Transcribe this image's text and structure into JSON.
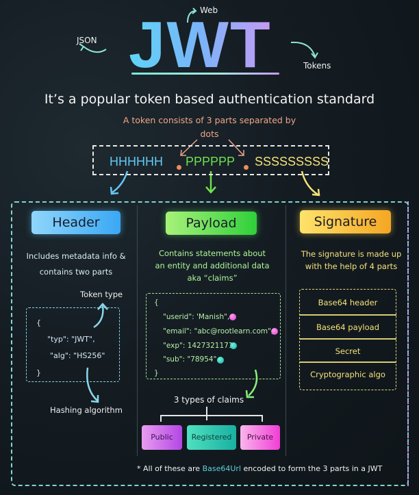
{
  "title": {
    "main": "JWT",
    "labels": {
      "left": "JSON",
      "top": "Web",
      "right": "Tokens"
    },
    "gradient": [
      "#5fd4f6",
      "#7ab4f8",
      "#c79af4"
    ]
  },
  "subtitle": "It’s a popular token based authentication standard",
  "token_info": {
    "line1": "A token consists of 3 parts separated by",
    "line2": "dots",
    "parts": {
      "header": "HHHHHH",
      "payload": "PPPPPP",
      "signature": "SSSSSSSSS"
    },
    "colors": {
      "header": "#63c9f4",
      "payload": "#6fe04f",
      "signature": "#f4e27a",
      "dot": "#f08a5d"
    }
  },
  "sections": {
    "header": {
      "label": "Header",
      "desc_line1": "Includes metadata info &",
      "desc_line2": "contains two parts",
      "token_type_label": "Token type",
      "hashing_label": "Hashing algorithm",
      "code": {
        "open": "{",
        "line1": "\"typ\": \"JWT\",",
        "line2": "\"alg\": \"HS256\"",
        "close": "}"
      }
    },
    "payload": {
      "label": "Payload",
      "desc_line1": "Contains statements about",
      "desc_line2": "an entity and additional data",
      "desc_line3": "aka “claims”",
      "code": {
        "open": "{",
        "lines": [
          "\"userid\": 'Manish\",",
          "\"email\": \"abc@rootlearn.com\",",
          "\"exp\": 1427321171,",
          "\"sub\": \"78954\""
        ],
        "close": "}"
      },
      "claims_title": "3 types of claims",
      "claims": [
        "Public",
        "Registered",
        "Private"
      ]
    },
    "signature": {
      "label": "Signature",
      "desc_line1": "The signature is made up",
      "desc_line2": "with the help of 4 parts",
      "parts": [
        "Base64 header",
        "Base64 payload",
        "Secret",
        "Cryptographic algo"
      ]
    }
  },
  "footnote": {
    "prefix": "* All of these are ",
    "highlight": "Base64Url",
    "suffix": " encoded to form the 3 parts in a JWT"
  }
}
